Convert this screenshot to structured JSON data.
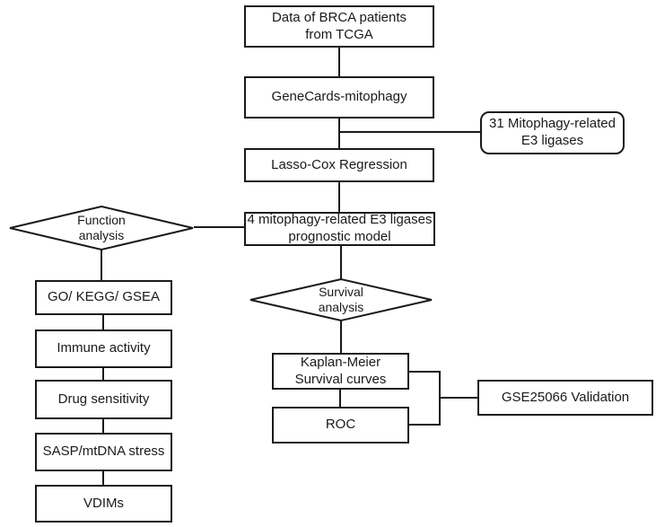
{
  "figure": {
    "type": "flowchart",
    "background_color": "#ffffff",
    "line_color": "#1a1a1a",
    "box_fill": "#ffffff",
    "nodes": {
      "tcga": {
        "shape": "rect",
        "label": "Data of  BRCA patients\nfrom TCGA"
      },
      "genecards": {
        "shape": "rect",
        "label": "GeneCards-mitophagy"
      },
      "e3_ligases": {
        "shape": "rounded-rect",
        "label": "31 Mitophagy-related\nE3 ligases"
      },
      "lasso": {
        "shape": "rect",
        "label": "Lasso-Cox Regression"
      },
      "model": {
        "shape": "rect",
        "label": "4 mitophagy-related E3 ligases\nprognostic model"
      },
      "function_diamond": {
        "shape": "diamond",
        "label": "Function\nanalysis"
      },
      "survival_diamond": {
        "shape": "diamond",
        "label": "Survival\nanalysis"
      },
      "go_kegg_gsea": {
        "shape": "rect",
        "label": "GO/ KEGG/ GSEA"
      },
      "immune": {
        "shape": "rect",
        "label": "Immune activity"
      },
      "drug": {
        "shape": "rect",
        "label": "Drug sensitivity"
      },
      "sasp": {
        "shape": "rect",
        "label": "SASP/mtDNA stress"
      },
      "vdims": {
        "shape": "rect",
        "label": "VDIMs"
      },
      "km": {
        "shape": "rect",
        "label": "Kaplan-Meier\nSurvival curves"
      },
      "roc": {
        "shape": "rect",
        "label": "ROC"
      },
      "gse": {
        "shape": "rect",
        "label": "GSE25066 Validation"
      }
    },
    "edges": [
      {
        "from": "tcga",
        "to": "genecards"
      },
      {
        "from": "genecards",
        "to": "e3_ligases"
      },
      {
        "from": "genecards",
        "to": "lasso"
      },
      {
        "from": "lasso",
        "to": "model"
      },
      {
        "from": "model",
        "to": "function_diamond"
      },
      {
        "from": "model",
        "to": "survival_diamond"
      },
      {
        "from": "function_diamond",
        "to": "go_kegg_gsea"
      },
      {
        "from": "go_kegg_gsea",
        "to": "immune"
      },
      {
        "from": "immune",
        "to": "drug"
      },
      {
        "from": "drug",
        "to": "sasp"
      },
      {
        "from": "sasp",
        "to": "vdims"
      },
      {
        "from": "survival_diamond",
        "to": "km"
      },
      {
        "from": "km",
        "to": "roc"
      },
      {
        "from": "km",
        "to": "gse"
      },
      {
        "from": "roc",
        "to": "gse"
      }
    ]
  }
}
